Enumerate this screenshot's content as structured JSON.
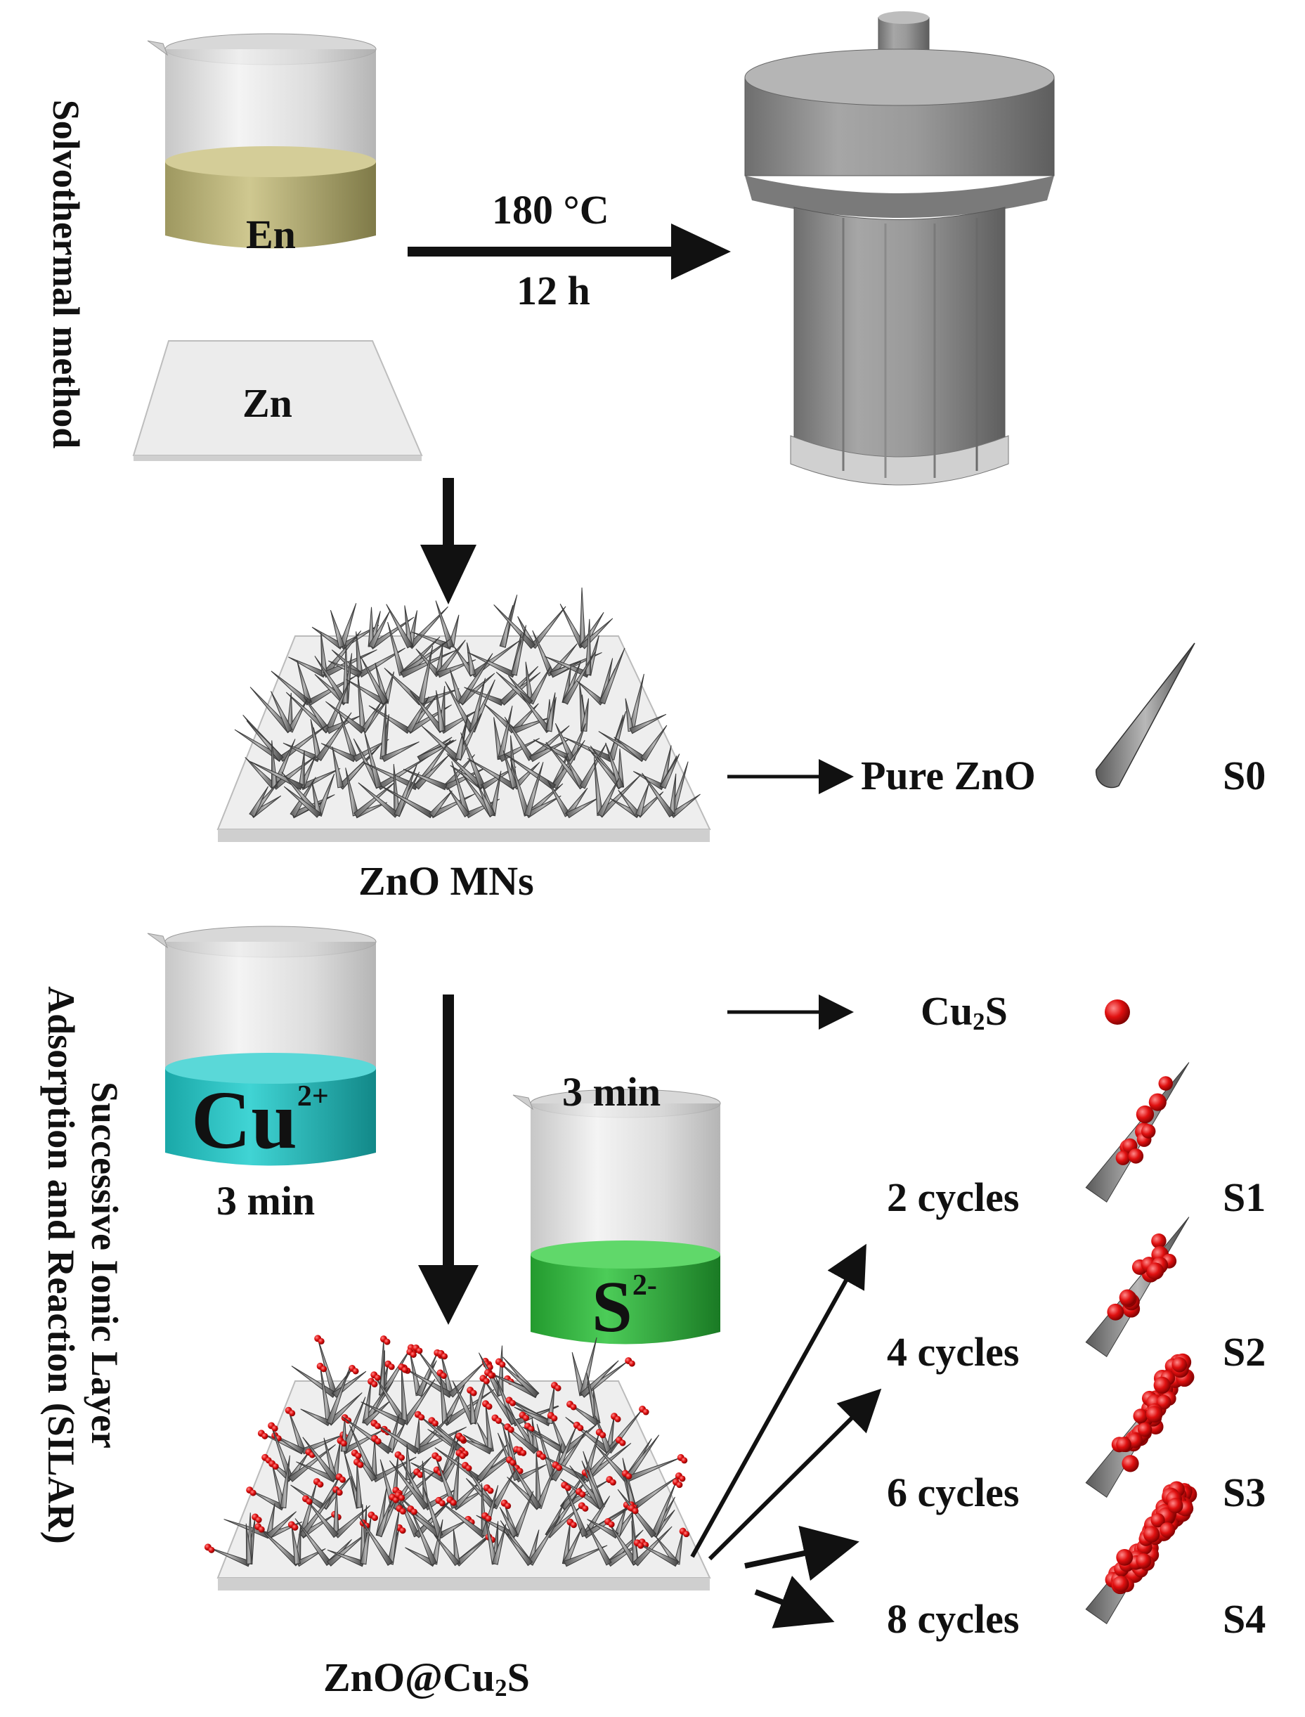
{
  "side_labels": {
    "top": "Solvothermal method",
    "bottom_line1": "Successive Ionic Layer",
    "bottom_line2": "Adsorption and Reaction (SILAR)"
  },
  "beakers": {
    "en": "En",
    "cu_base": "Cu",
    "cu_charge": "2+",
    "s_base": "S",
    "s_charge": "2-"
  },
  "substrate": {
    "zn": "Zn"
  },
  "conditions": {
    "temperature": "180 °C",
    "duration": "12 h"
  },
  "products": {
    "zno_mns": "ZnO MNs",
    "zno_cu2s_prefix": "ZnO@Cu",
    "zno_cu2s_sub": "2",
    "zno_cu2s_suffix": "S"
  },
  "times": {
    "cu_dip": "3 min",
    "s_dip": "3 min"
  },
  "legend": {
    "pure_zno": "Pure ZnO",
    "cu2s_base": "Cu",
    "cu2s_sub": "2",
    "cu2s_suffix": "S"
  },
  "samples": [
    {
      "cycles": "2 cycles",
      "id": "S1"
    },
    {
      "cycles": "4 cycles",
      "id": "S2"
    },
    {
      "cycles": "6 cycles",
      "id": "S3"
    },
    {
      "cycles": "8 cycles",
      "id": "S4"
    }
  ],
  "sample_s0": "S0",
  "colors": {
    "en_liquid": "#c8c08a",
    "cu_liquid": "#2fc4c4",
    "s_liquid": "#3dbb4a",
    "particle": "#e01010",
    "spike": "#8a8a8a",
    "autoclave": "#8c8c8c"
  }
}
